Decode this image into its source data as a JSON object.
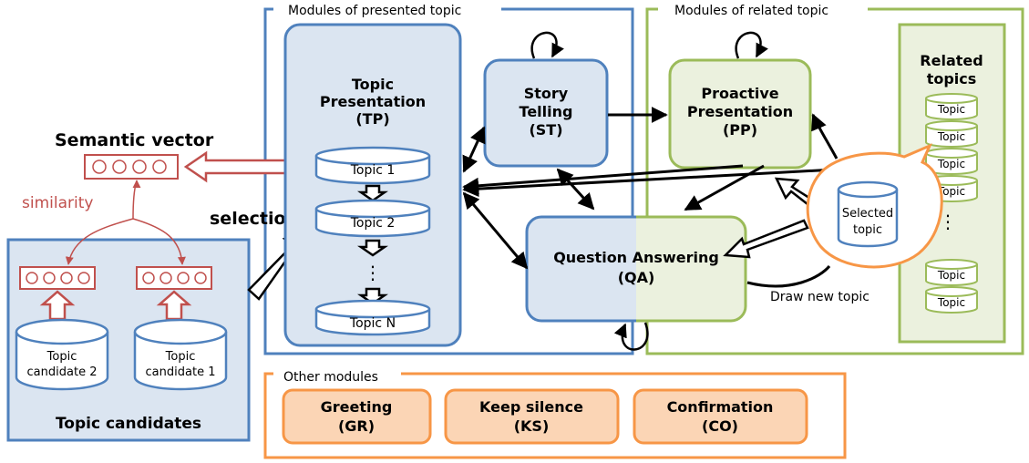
{
  "groups": {
    "presented": "Modules of presented topic",
    "related": "Modules of related topic",
    "other": "Other modules"
  },
  "semantic": {
    "title": "Semantic vector",
    "similarity": "similarity",
    "selection": "selection"
  },
  "candidates": {
    "title": "Topic candidates",
    "c2_line1": "Topic",
    "c2_line2": "candidate 2",
    "c1_line1": "Topic",
    "c1_line2": "candidate 1"
  },
  "tp": {
    "line1": "Topic",
    "line2": "Presentation",
    "line3": "(TP)",
    "topics": [
      "Topic 1",
      "Topic 2",
      "⋮",
      "Topic N"
    ]
  },
  "st": {
    "line1": "Story",
    "line2": "Telling",
    "line3": "(ST)"
  },
  "pp": {
    "line1": "Proactive",
    "line2": "Presentation",
    "line3": "(PP)"
  },
  "qa": {
    "line1": "Question Answering",
    "line2": "(QA)"
  },
  "selected": {
    "line1": "Selected",
    "line2": "topic"
  },
  "draw_new_topic": "Draw new topic",
  "related": {
    "title_line1": "Related",
    "title_line2": "topics",
    "topic_label": "Topic",
    "ellipsis": "⋮"
  },
  "other_modules": [
    {
      "line1": "Greeting",
      "line2": "(GR)"
    },
    {
      "line1": "Keep silence",
      "line2": "(KS)"
    },
    {
      "line1": "Confirmation",
      "line2": "(CO)"
    }
  ],
  "colors": {
    "blue_border": "#4f81bd",
    "blue_fill": "#dbe5f1",
    "green_border": "#9bbb59",
    "green_fill": "#ebf1de",
    "orange_border": "#f79646",
    "orange_fill": "#fbd5b5",
    "red": "#c0504d"
  }
}
